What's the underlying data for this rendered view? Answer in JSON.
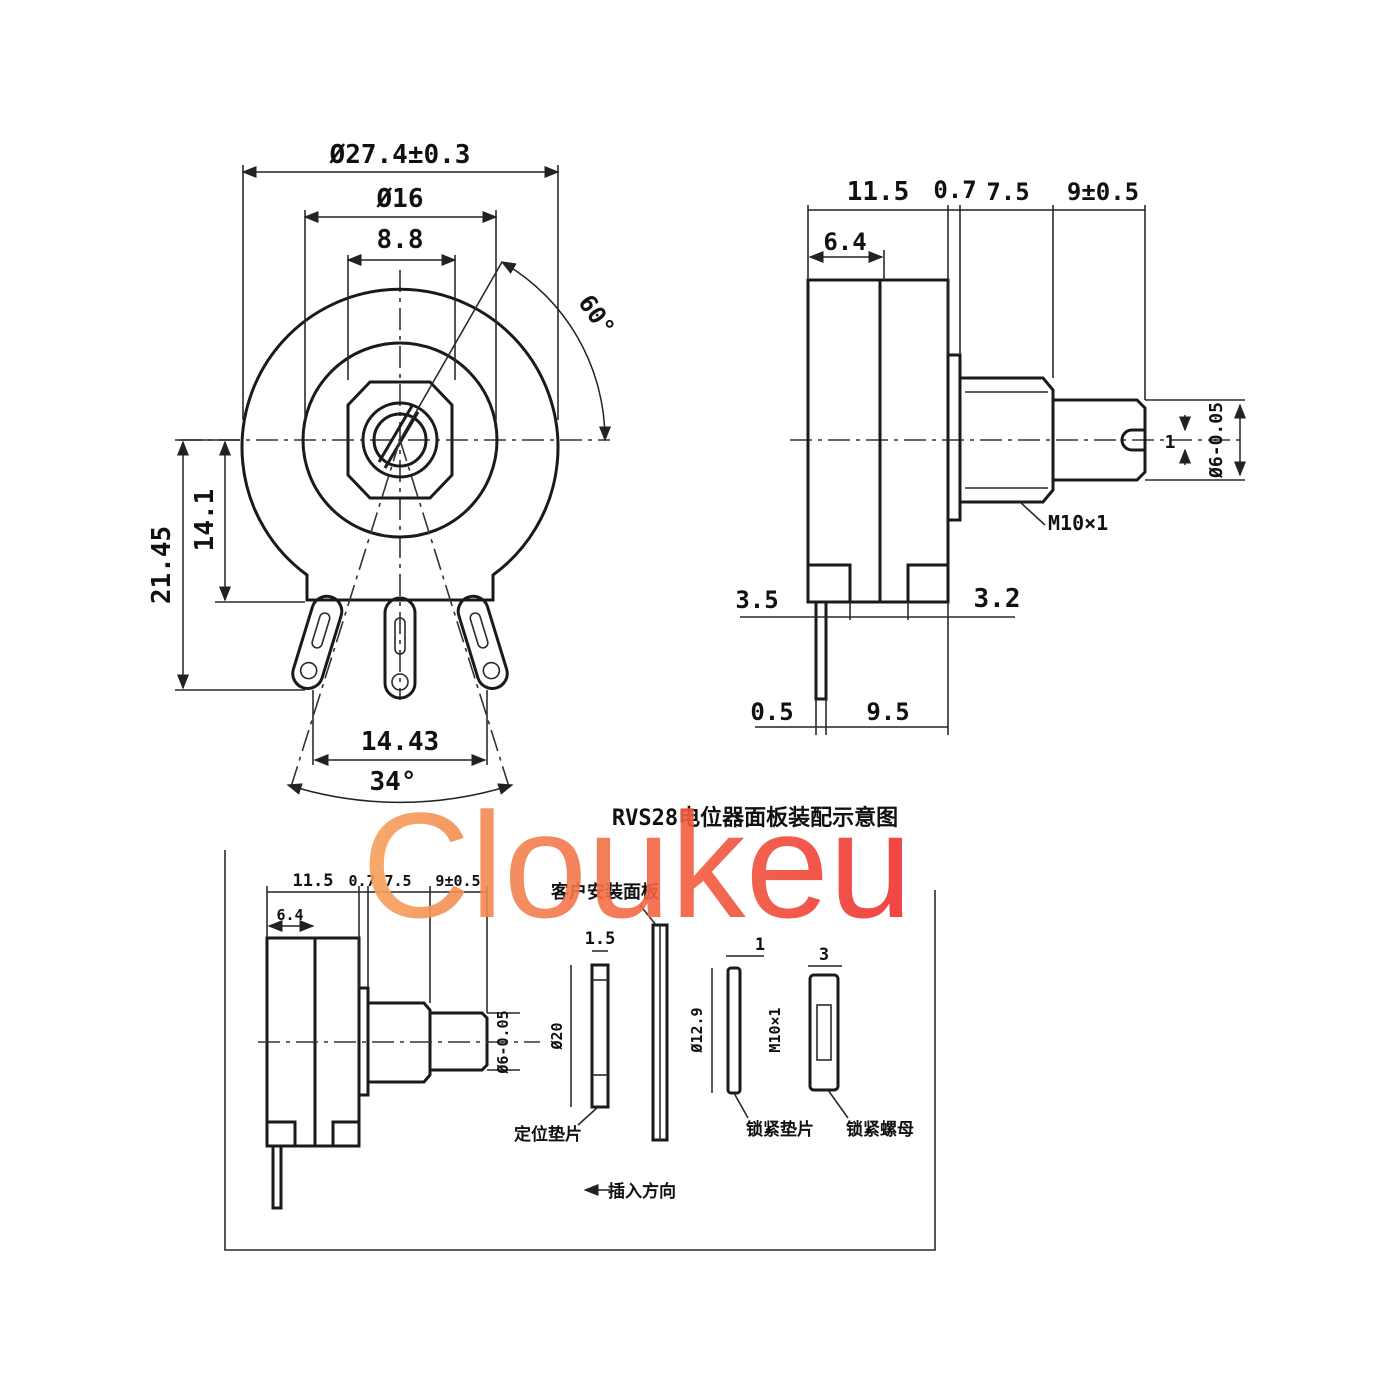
{
  "front_view": {
    "outer_diameter": "Ø27.4±0.3",
    "body_diameter": "Ø16",
    "flat_width": "8.8",
    "angle_top": "60°",
    "height_total": "21.45",
    "height_body": "14.1",
    "pin_spacing": "14.43",
    "pin_angle": "34°"
  },
  "side_view": {
    "len_body": "11.5",
    "len_flange": "0.7",
    "len_bushing": "7.5",
    "len_shaft": "9±0.5",
    "half_body": "6.4",
    "bushing_thread": "M10×1",
    "shaft_dia": "Ø6-0.05",
    "slot_width": "1",
    "pin_offset_left": "3.5",
    "pin_offset_right": "3.2",
    "pin_thickness": "0.5",
    "pin_span": "9.5"
  },
  "assembly": {
    "title": "RVS28电位器面板装配示意图",
    "panel_label": "客户安装面板",
    "dims": {
      "d1": "11.5",
      "d2": "0.7",
      "d3": "7.5",
      "d4": "9±0.5",
      "d5": "6.4",
      "shaft": "Ø6-0.05"
    },
    "washer_thickness": "1.5",
    "washer_dia": "Ø20",
    "nut_thickness": "1",
    "nut_dia": "Ø12.9",
    "lock_width": "3",
    "lock_thread": "M10×1",
    "label_washer": "定位垫片",
    "label_nut": "锁紧垫片",
    "label_lock": "锁紧螺母",
    "label_insert": "插入方向"
  },
  "watermark": {
    "text": "Cloukeu",
    "color_start": "#f5a25c",
    "color_end": "#ef2f2f"
  }
}
